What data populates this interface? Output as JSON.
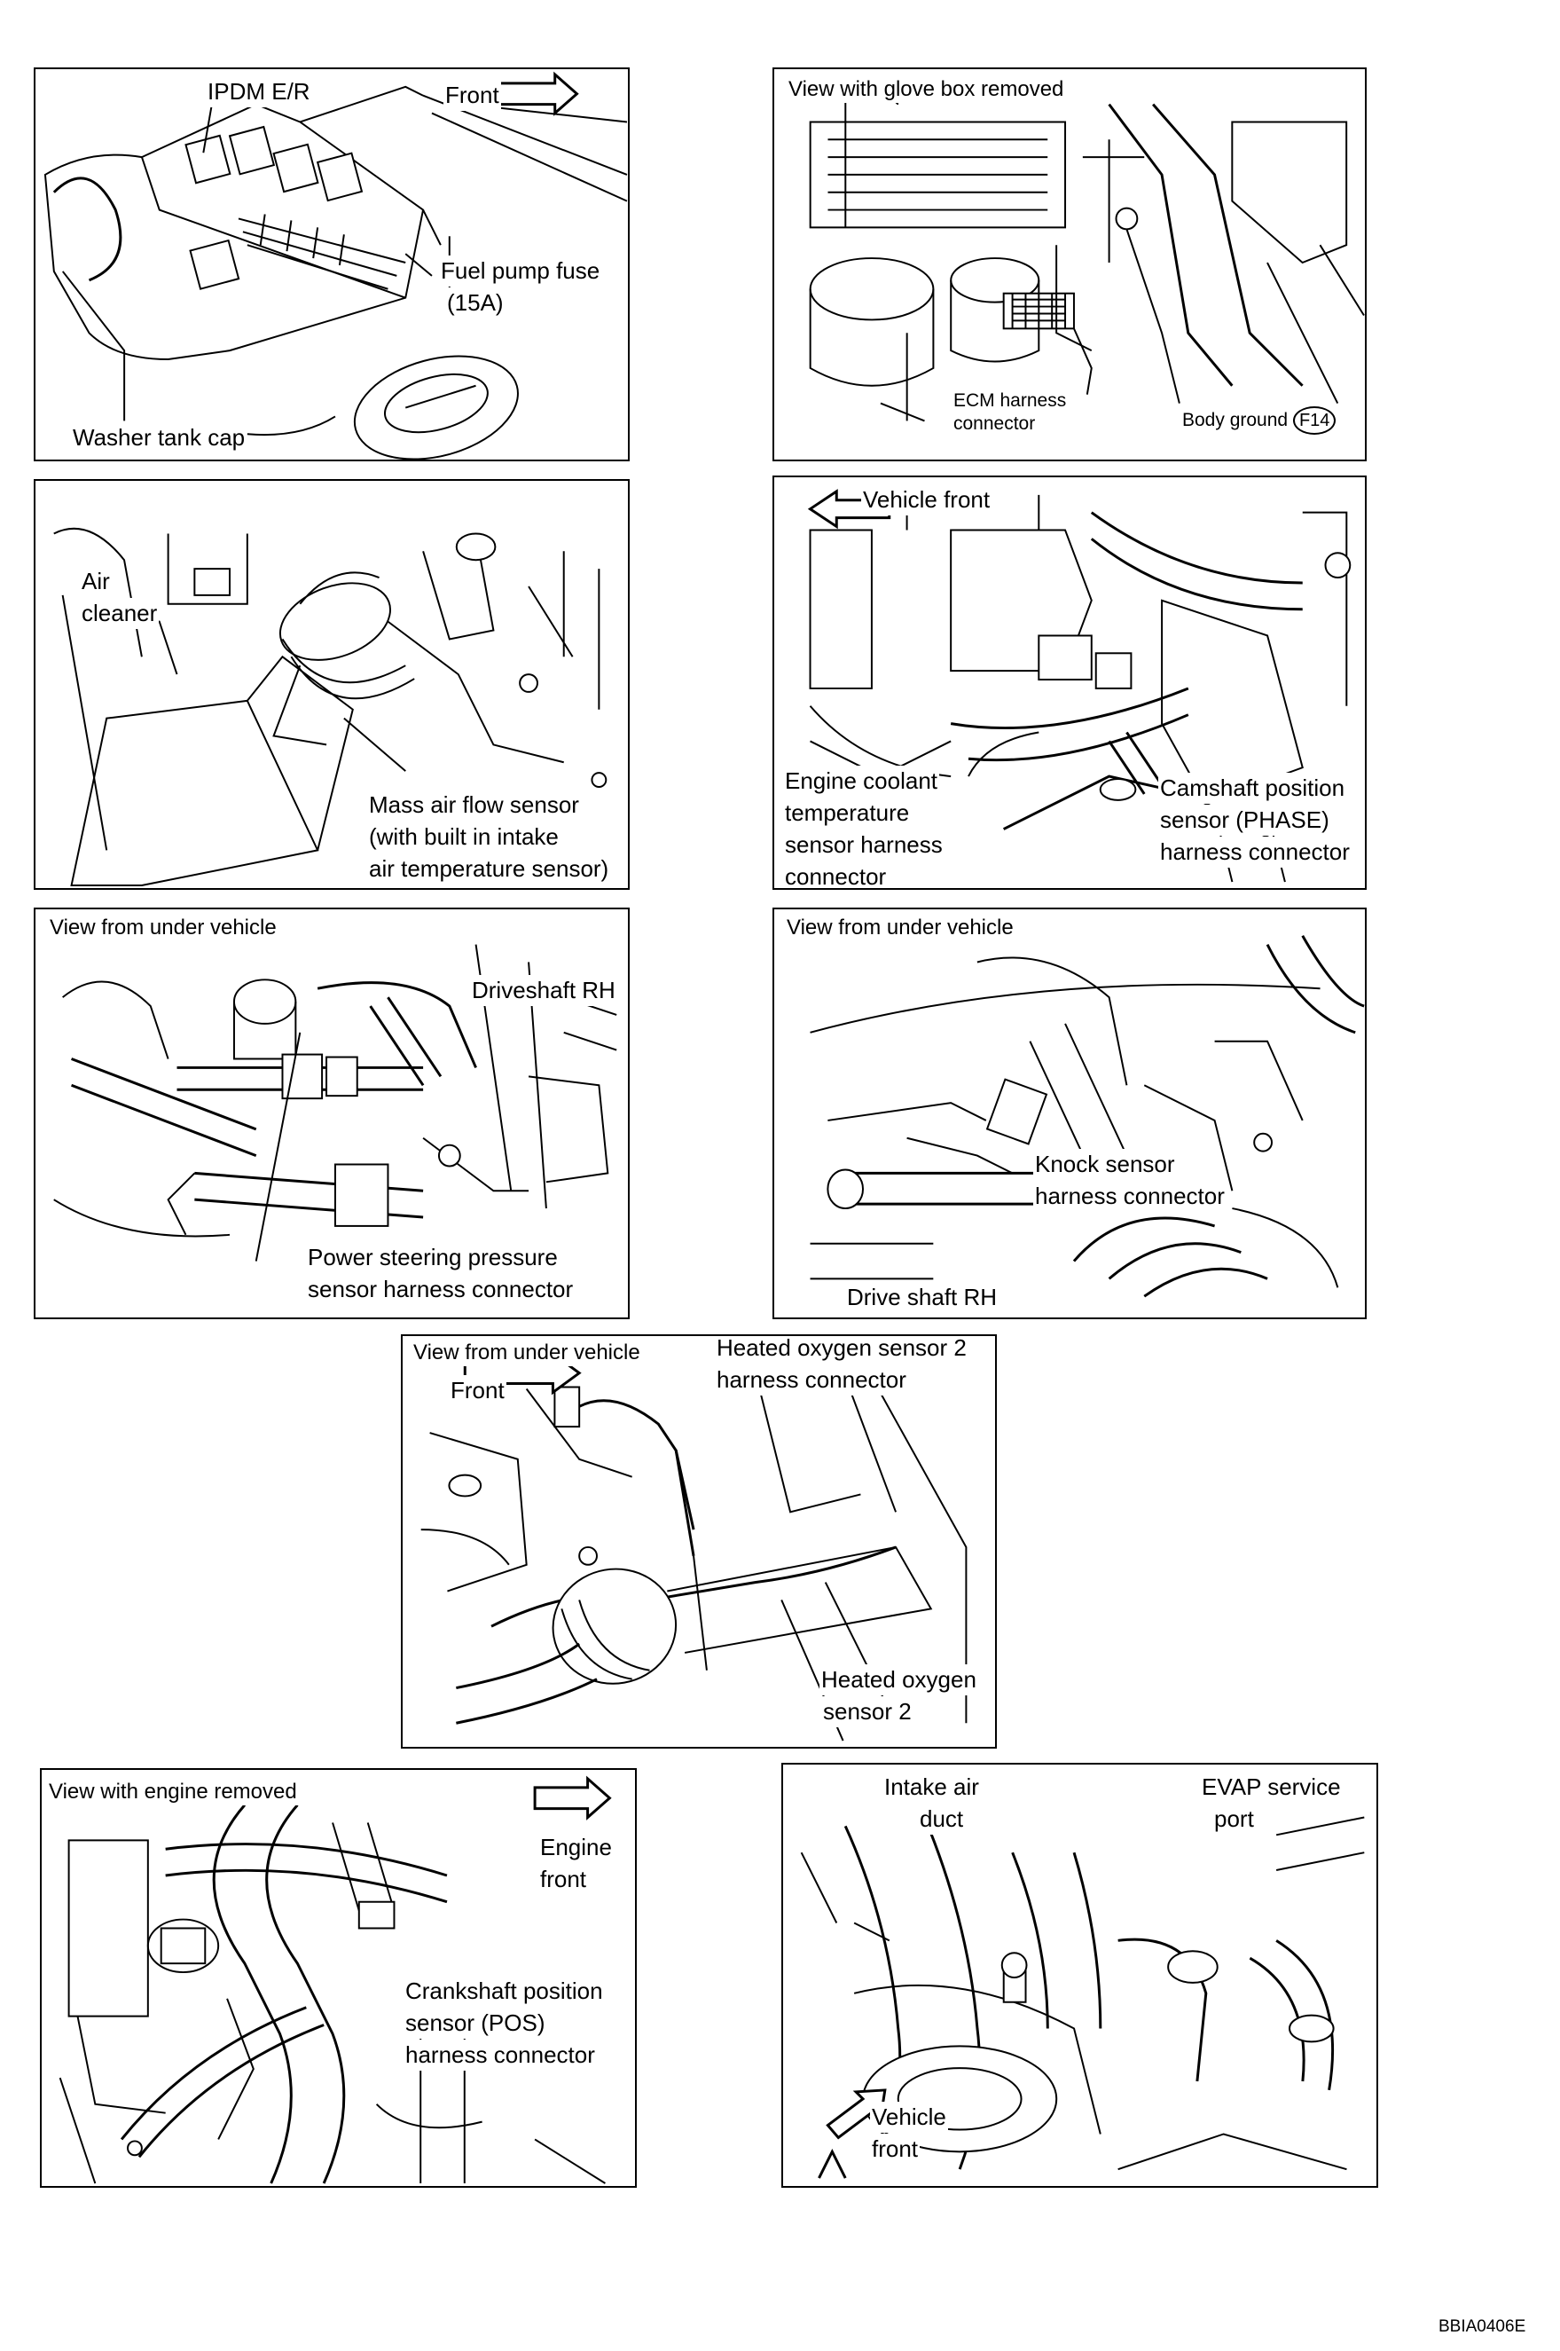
{
  "panels": {
    "ipdm": {
      "ipdm_label": "IPDM E/R",
      "front_label": "Front",
      "fuse_label_1": "Fuel pump fuse",
      "fuse_label_2": "(15A)",
      "washer_label": "Washer tank cap"
    },
    "glovebox": {
      "title": "View with glove box removed",
      "ecm_label_1": "ECM harness",
      "ecm_label_2": "connector",
      "ground_label": "Body ground",
      "ground_code": "F14"
    },
    "air_cleaner": {
      "air_label_1": "Air",
      "air_label_2": "cleaner",
      "maf_label_1": "Mass air flow sensor",
      "maf_label_2": "(with built in intake",
      "maf_label_3": "air temperature sensor)"
    },
    "coolant": {
      "front_label": "Vehicle front",
      "ect_label_1": "Engine coolant",
      "ect_label_2": "temperature",
      "ect_label_3": "sensor harness",
      "ect_label_4": "connector",
      "cmp_label_1": "Camshaft position",
      "cmp_label_2": "sensor (PHASE)",
      "cmp_label_3": "harness connector"
    },
    "ps_sensor": {
      "title": "View from under vehicle",
      "shaft_label": "Driveshaft RH",
      "ps_label_1": "Power steering pressure",
      "ps_label_2": "sensor harness connector"
    },
    "knock": {
      "title": "View from under vehicle",
      "knock_label_1": "Knock sensor",
      "knock_label_2": "harness connector",
      "shaft_label": "Drive shaft RH"
    },
    "ho2s": {
      "title": "View from under vehicle",
      "front_label": "Front",
      "conn_label_1": "Heated oxygen sensor 2",
      "conn_label_2": "harness connector",
      "sensor_label_1": "Heated oxygen",
      "sensor_label_2": "sensor 2"
    },
    "crank": {
      "title": "View with engine removed",
      "engine_label_1": "Engine",
      "engine_label_2": "front",
      "ckp_label_1": "Crankshaft position",
      "ckp_label_2": "sensor (POS)",
      "ckp_label_3": "harness connector"
    },
    "evap": {
      "duct_label_1": "Intake air",
      "duct_label_2": "duct",
      "evap_label_1": "EVAP service",
      "evap_label_2": "port",
      "front_label_1": "Vehicle",
      "front_label_2": "front"
    }
  },
  "figure_code": "BBIA0406E"
}
